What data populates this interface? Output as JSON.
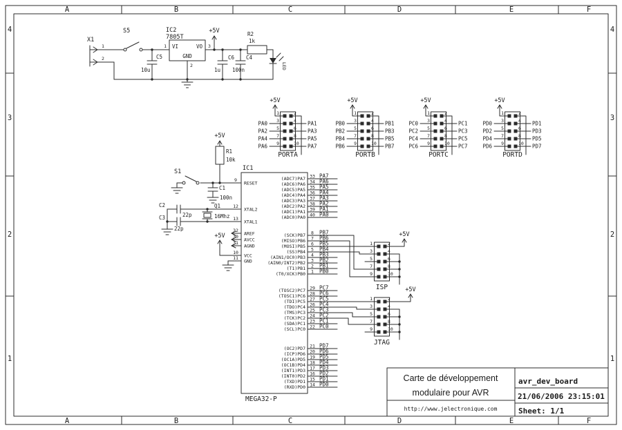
{
  "rails": {
    "v5": "+5V"
  },
  "frame": {
    "columns": [
      "A",
      "B",
      "C",
      "D",
      "E",
      "F"
    ],
    "rows": [
      "4",
      "3",
      "2",
      "1"
    ]
  },
  "power": {
    "x1_ref": "X1",
    "x1_pins": [
      "1",
      "2"
    ],
    "s5_ref": "S5",
    "ic2_ref": "IC2",
    "ic2_value": "7805T",
    "ic2_vi": "VI",
    "ic2_vo": "VO",
    "ic2_gnd": "GND",
    "ic2_pin_vi": "1",
    "ic2_pin_gnd": "2",
    "ic2_pin_vo": "3",
    "c5_ref": "C5",
    "c5_value": "10u",
    "c6_ref": "C6",
    "c6_value": "1u",
    "c4_ref": "C4",
    "c4_value": "100n",
    "r2_ref": "R2",
    "r2_value": "1k",
    "led_ref": "LED"
  },
  "ports": {
    "pin_numbers": [
      [
        "1",
        "2"
      ],
      [
        "3",
        "4"
      ],
      [
        "5",
        "6"
      ],
      [
        "7",
        "8"
      ],
      [
        "9",
        "10"
      ]
    ],
    "headers": [
      {
        "name": "PORTA",
        "pins": [
          [
            "",
            ""
          ],
          [
            "PA0",
            "PA1"
          ],
          [
            "PA2",
            "PA3"
          ],
          [
            "PA4",
            "PA5"
          ],
          [
            "PA6",
            "PA7"
          ]
        ]
      },
      {
        "name": "PORTB",
        "pins": [
          [
            "",
            ""
          ],
          [
            "PB0",
            "PB1"
          ],
          [
            "PB2",
            "PB3"
          ],
          [
            "PB4",
            "PB5"
          ],
          [
            "PB6",
            "PB7"
          ]
        ]
      },
      {
        "name": "PORTC",
        "pins": [
          [
            "",
            ""
          ],
          [
            "PC0",
            "PC1"
          ],
          [
            "PC2",
            "PC3"
          ],
          [
            "PC4",
            "PC5"
          ],
          [
            "PC6",
            "PC7"
          ]
        ]
      },
      {
        "name": "PORTD",
        "pins": [
          [
            "",
            ""
          ],
          [
            "PD0",
            "PD1"
          ],
          [
            "PD2",
            "PD3"
          ],
          [
            "PD4",
            "PD5"
          ],
          [
            "PD6",
            "PD7"
          ]
        ]
      }
    ]
  },
  "reset_circuit": {
    "r1_ref": "R1",
    "r1_value": "10k",
    "s1_ref": "S1",
    "c1_ref": "C1",
    "c1_value": "100n"
  },
  "crystal_circuit": {
    "q1_ref": "Q1",
    "q1_value": "16Mhz",
    "c2_ref": "C2",
    "c2_value": "22p",
    "c3_ref": "C3",
    "c3_value": "22p"
  },
  "mcu": {
    "ref": "IC1",
    "value": "MEGA32-P",
    "left_pins": [
      {
        "label": "RESET",
        "num": "9"
      },
      {
        "label": "XTAL2",
        "num": "12"
      },
      {
        "label": "XTAL1",
        "num": "13"
      },
      {
        "label": "AREF",
        "num": "32"
      },
      {
        "label": "AVCC",
        "num": "30"
      },
      {
        "label": "AGND",
        "num": "31"
      },
      {
        "label": "VCC",
        "num": "10"
      },
      {
        "label": "GND",
        "num": "11"
      }
    ],
    "right_groups": [
      {
        "id": "porta",
        "pins": [
          [
            "(ADC7)PA7",
            "33",
            "PA7"
          ],
          [
            "(ADC6)PA6",
            "34",
            "PA6"
          ],
          [
            "(ADC5)PA5",
            "35",
            "PA5"
          ],
          [
            "(ADC4)PA4",
            "36",
            "PA4"
          ],
          [
            "(ADC3)PA3",
            "37",
            "PA3"
          ],
          [
            "(ADC2)PA2",
            "38",
            "PA2"
          ],
          [
            "(ADC1)PA1",
            "39",
            "PA1"
          ],
          [
            "(ADC0)PA0",
            "40",
            "PA0"
          ]
        ]
      },
      {
        "id": "portb",
        "pins": [
          [
            "(SCK)PB7",
            "8",
            "PB7"
          ],
          [
            "(MISO)PB6",
            "7",
            "PB6"
          ],
          [
            "(MOSI)PB5",
            "6",
            "PB5"
          ],
          [
            "(SS)PB4",
            "5",
            "PB4"
          ],
          [
            "(AIN1/OC0)PB3",
            "4",
            "PB3"
          ],
          [
            "(AIN0/INT2)PB2",
            "3",
            "PB2"
          ],
          [
            "(T1)PB1",
            "2",
            "PB1"
          ],
          [
            "(T0/XCK)PB0",
            "1",
            "PB0"
          ]
        ]
      },
      {
        "id": "portc",
        "pins": [
          [
            "(TOSC2)PC7",
            "29",
            "PC7"
          ],
          [
            "(TOSC1)PC6",
            "28",
            "PC6"
          ],
          [
            "(TDI)PC5",
            "27",
            "PC5"
          ],
          [
            "(TDO)PC4",
            "26",
            "PC4"
          ],
          [
            "(TMS)PC3",
            "25",
            "PC3"
          ],
          [
            "(TCK)PC2",
            "24",
            "PC2"
          ],
          [
            "(SDA)PC1",
            "23",
            "PC1"
          ],
          [
            "(SCL)PC0",
            "22",
            "PC0"
          ]
        ]
      },
      {
        "id": "portd",
        "pins": [
          [
            "(OC2)PD7",
            "21",
            "PD7"
          ],
          [
            "(ICP)PD6",
            "20",
            "PD6"
          ],
          [
            "(OC1A)PD5",
            "19",
            "PD5"
          ],
          [
            "(OC1B)PD4",
            "18",
            "PD4"
          ],
          [
            "(INT1)PD3",
            "17",
            "PD3"
          ],
          [
            "(INT0)PD2",
            "16",
            "PD2"
          ],
          [
            "(TXD)PD1",
            "15",
            "PD1"
          ],
          [
            "(RXD)PD0",
            "14",
            "PD0"
          ]
        ]
      }
    ]
  },
  "isp": {
    "label": "ISP"
  },
  "jtag": {
    "label": "JTAG"
  },
  "title_block": {
    "title_line1": "Carte de développement",
    "title_line2": "modulaire pour AVR",
    "website": "http://www.jelectronique.com",
    "doc_name": "avr_dev_board",
    "datetime": "21/06/2006 23:15:01",
    "sheet": "Sheet: 1/1"
  }
}
